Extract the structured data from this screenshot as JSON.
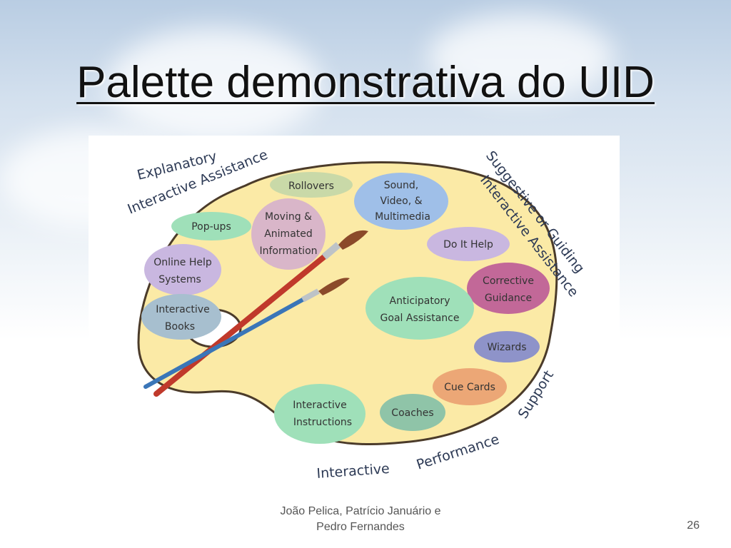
{
  "slide": {
    "title": "Palette demonstrativa do UID",
    "footer_author_line1": "João Pelica, Patrício Januário e",
    "footer_author_line2": "Pedro Fernandes",
    "page_number": "26"
  },
  "palette": {
    "outer_labels": {
      "explanatory_line1": "Explanatory",
      "explanatory_line2": "Interactive Assistance",
      "suggestive_line1": "Suggestive or Guiding",
      "suggestive_line2": "Interactive Assistance",
      "performance_line1": "Interactive",
      "performance_line2": "Performance",
      "performance_line3": "Support"
    },
    "blobs": {
      "rollovers": "Rollovers",
      "sound_1": "Sound,",
      "sound_2": "Video, &",
      "sound_3": "Multimedia",
      "popups": "Pop-ups",
      "moving_1": "Moving &",
      "moving_2": "Animated",
      "moving_3": "Information",
      "doit": "Do It Help",
      "online_1": "Online Help",
      "online_2": "Systems",
      "corrective_1": "Corrective",
      "corrective_2": "Guidance",
      "interactive_books_1": "Interactive",
      "interactive_books_2": "Books",
      "anticipatory_1": "Anticipatory",
      "anticipatory_2": "Goal Assistance",
      "wizards": "Wizards",
      "cue_cards": "Cue Cards",
      "instructions_1": "Interactive",
      "instructions_2": "Instructions",
      "coaches": "Coaches"
    },
    "colors": {
      "palette_fill": "#fbeaa6",
      "palette_stroke": "#4b3b2a",
      "green": "#9fe0b9",
      "pink": "#d9b6c9",
      "blue": "#9fbfe8",
      "lavender": "#c9b7e0",
      "magenta": "#c26898",
      "purple_blue": "#8e93c9",
      "orange": "#eca776",
      "grey_blue": "#a7bfcf"
    }
  }
}
